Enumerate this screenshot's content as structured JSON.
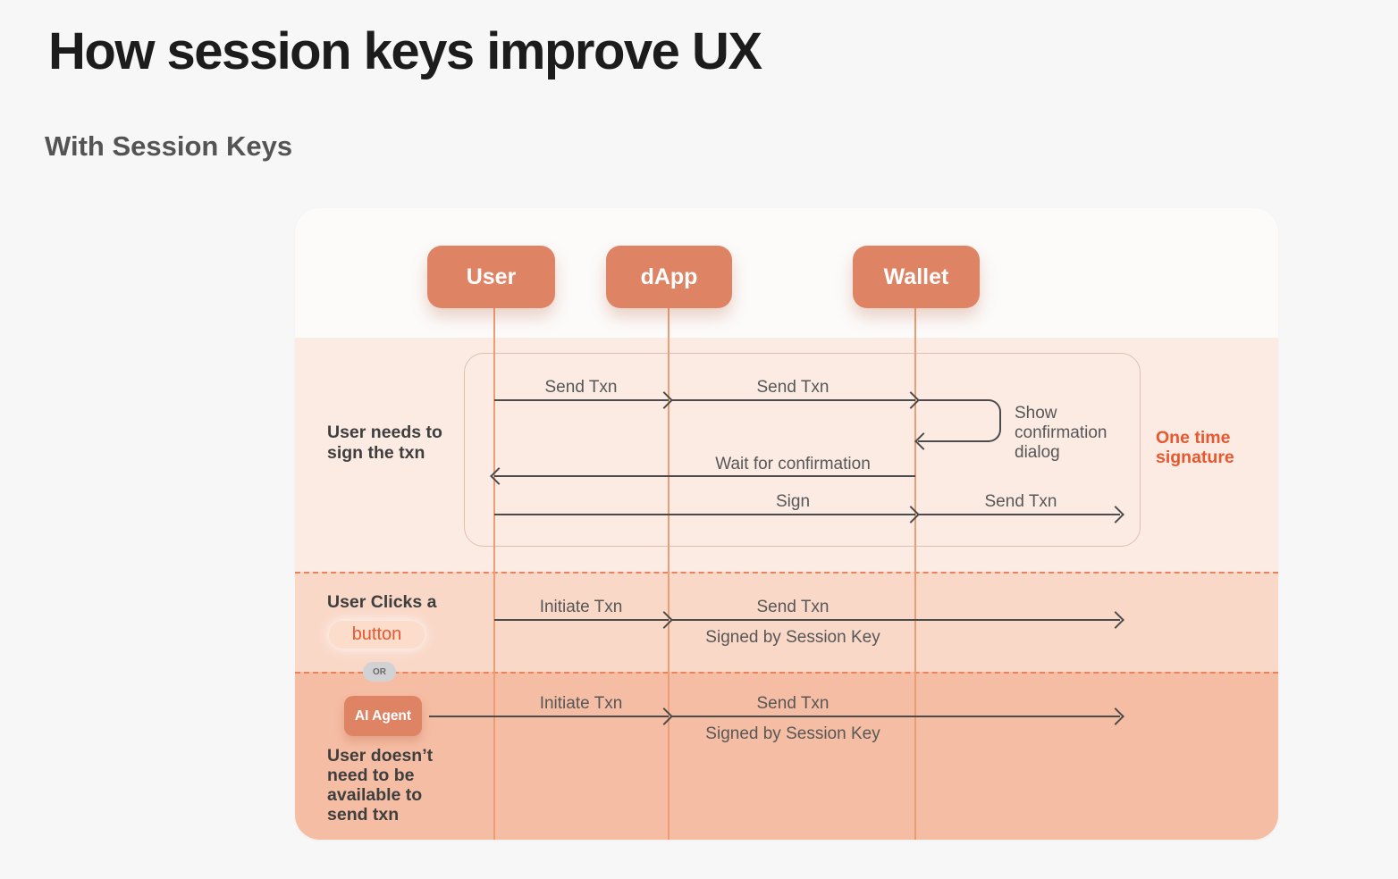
{
  "title": "How session keys improve UX",
  "subtitle": "With Session Keys",
  "actors": {
    "user": "User",
    "dapp": "dApp",
    "wallet": "Wallet"
  },
  "sections": {
    "one_time": {
      "left_label": "User needs to\nsign the txn",
      "side_note": "One time\nsignature",
      "msg_user_dapp": "Send Txn",
      "msg_dapp_wallet": "Send Txn",
      "msg_wallet_self": "Show\nconfirmation\ndialog",
      "msg_wallet_user": "Wait for confirmation",
      "msg_user_wallet": "Sign",
      "msg_wallet_out": "Send Txn"
    },
    "button_click": {
      "left_label": "User Clicks a",
      "button_pill": "button",
      "msg_initiate": "Initiate Txn",
      "msg_send": "Send Txn",
      "msg_send_sub": "Signed by Session Key"
    },
    "or_badge": "OR",
    "ai_agent": {
      "agent_label": "AI Agent",
      "left_label": "User doesn’t\nneed to be\navailable to\nsend txn",
      "msg_initiate": "Initiate Txn",
      "msg_send": "Send Txn",
      "msg_send_sub": "Signed by Session Key"
    }
  },
  "colors": {
    "coral": "#de8465",
    "accent_orange": "#e8572e",
    "lifeline": "#ec9d75",
    "section1_bg": "#fcebe3",
    "section2_bg": "#f9d8c8",
    "section3_bg": "#f5bda4",
    "card_bg": "#fcfbfa",
    "page_bg": "#f7f7f7",
    "arrow": "#4b4b4b",
    "dashed_divider": "#e8825f"
  }
}
